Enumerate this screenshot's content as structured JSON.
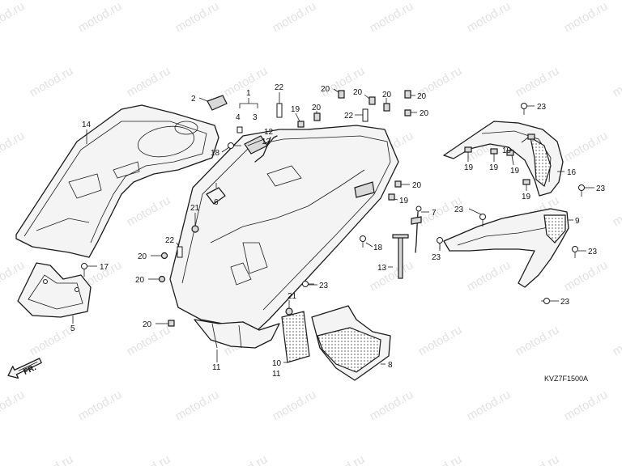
{
  "watermark": "motod.ru",
  "diagram_code": "KVZ7F1500A",
  "direction_label": "FR.",
  "callouts": {
    "c1": "1",
    "c2": "2",
    "c3": "3",
    "c4": "4",
    "c5": "5",
    "c6": "6",
    "c7": "7",
    "c8": "8",
    "c9": "9",
    "c10": "10",
    "c11a": "11",
    "c11b": "11",
    "c12": "12",
    "c13": "13",
    "c14": "14",
    "c16": "16",
    "c17": "17",
    "c18a": "18",
    "c18b": "18",
    "c19a": "19",
    "c19b": "19",
    "c19c": "19",
    "c19d": "19",
    "c19e": "19",
    "c19f": "19",
    "c19g": "19",
    "c20a": "20",
    "c20b": "20",
    "c20c": "20",
    "c20d": "20",
    "c20e": "20",
    "c20f": "20",
    "c20g": "20",
    "c20h": "20",
    "c20i": "20",
    "c20j": "20",
    "c21a": "21",
    "c21b": "21",
    "c22a": "22",
    "c22b": "22",
    "c22c": "22",
    "c23a": "23",
    "c23b": "23",
    "c23c": "23",
    "c23d": "23",
    "c23e": "23",
    "c23f": "23",
    "c23g": "23"
  }
}
